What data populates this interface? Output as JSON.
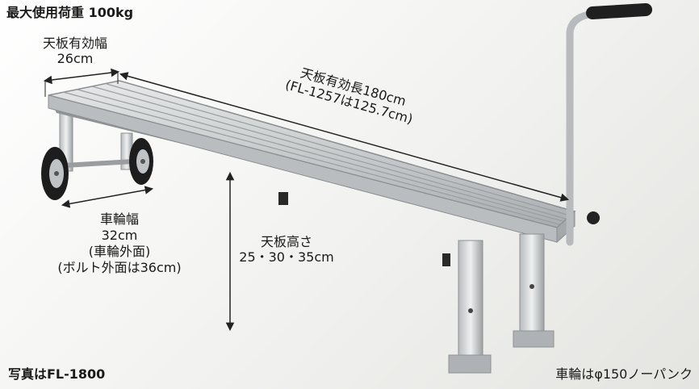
{
  "max_load": "最大使用荷重 100kg",
  "top_width": {
    "label": "天板有効幅",
    "value": "26cm"
  },
  "top_length": {
    "label": "天板有効長180cm",
    "sub": "(FL-1257は125.7cm)"
  },
  "wheel_width": {
    "label": "車輪幅",
    "value": "32cm",
    "sub1": "(車輪外面)",
    "sub2": "(ボルト外面は36cm)"
  },
  "top_height": {
    "label": "天板高さ",
    "value": "25・30・35cm"
  },
  "photo_note": "写真はFL-1800",
  "wheel_note": "車輪はφ150ノーパンク",
  "colors": {
    "aluminum": "#c9cccd",
    "dark": "#2a2a2a",
    "arrow": "#222222"
  }
}
